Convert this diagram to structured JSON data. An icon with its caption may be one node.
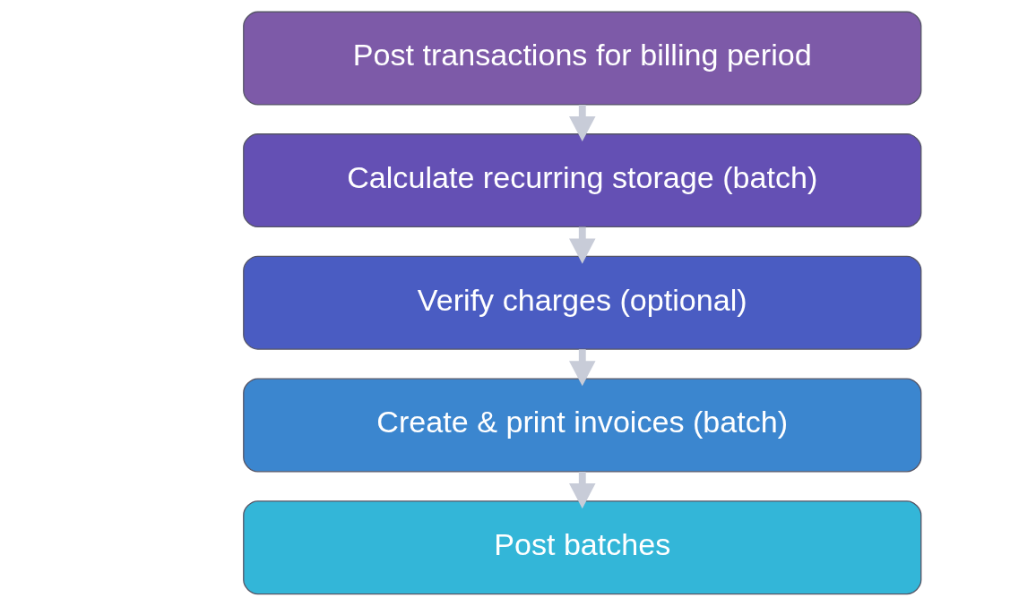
{
  "diagram": {
    "nodes": [
      {
        "text": [
          "Post transactions for billing period"
        ]
      },
      {
        "text": [
          "Calculate recurring storage (batch)"
        ]
      },
      {
        "text": [
          "Verify charges (optional)"
        ]
      },
      {
        "text": [
          "Create & print invoices (batch)"
        ]
      },
      {
        "text": [
          "Post batches"
        ]
      }
    ],
    "edges": [
      {
        "from": 0,
        "to": 1,
        "arrow": "to"
      },
      {
        "from": 1,
        "to": 2,
        "arrow": "to"
      },
      {
        "from": 2,
        "to": 3,
        "arrow": "to"
      },
      {
        "from": 3,
        "to": 4,
        "arrow": "to"
      }
    ]
  }
}
